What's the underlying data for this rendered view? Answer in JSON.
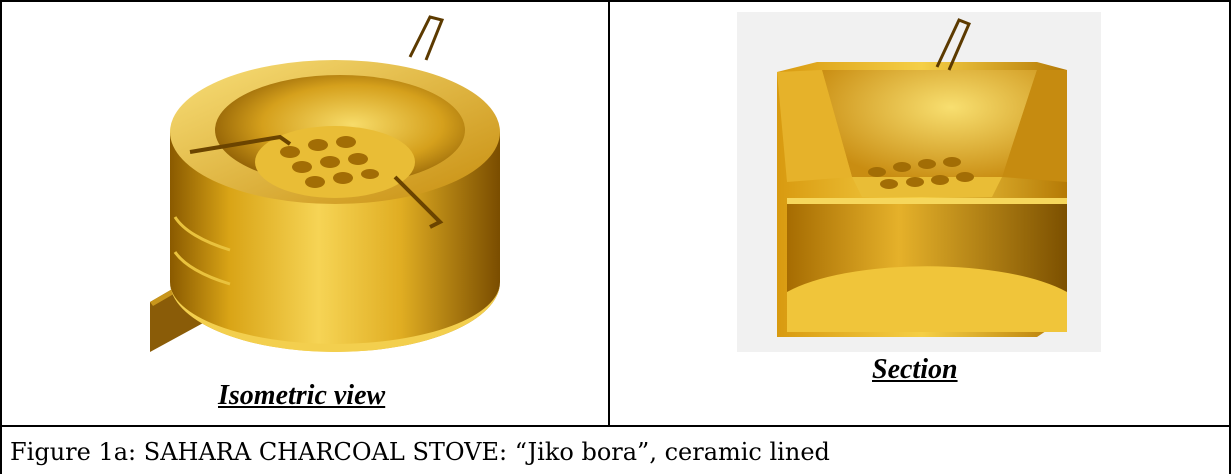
{
  "figure": {
    "left_panel": {
      "label": "Isometric view",
      "image": "isometric-stove-render"
    },
    "right_panel": {
      "label": "Section",
      "image": "section-stove-render"
    },
    "caption": "Figure 1a: SAHARA CHARCOAL STOVE: “Jiko bora”, ceramic lined"
  },
  "colors": {
    "gold_light": "#f6d455",
    "gold_mid": "#d9a416",
    "gold_dark": "#7a4d00",
    "render_background": "#f1f1f1"
  }
}
